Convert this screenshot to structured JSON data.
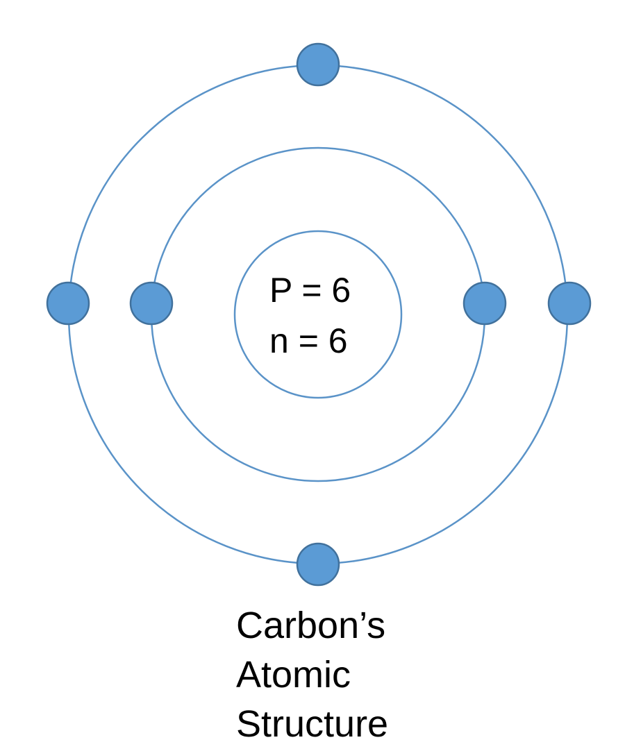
{
  "diagram": {
    "nucleus": {
      "protons_label": "P = 6",
      "neutrons_label": "n = 6"
    },
    "shells": [
      {
        "name": "inner-shell",
        "electrons": 2
      },
      {
        "name": "outer-shell",
        "electrons": 4
      }
    ],
    "caption": {
      "line1": "Carbon’s",
      "line2": "Atomic",
      "line3": "Structure"
    }
  },
  "colors": {
    "orbit_stroke": "#5a93c8",
    "electron_fill": "#5b9bd5",
    "electron_stroke": "#41719c",
    "text": "#000000",
    "background": "#ffffff"
  }
}
